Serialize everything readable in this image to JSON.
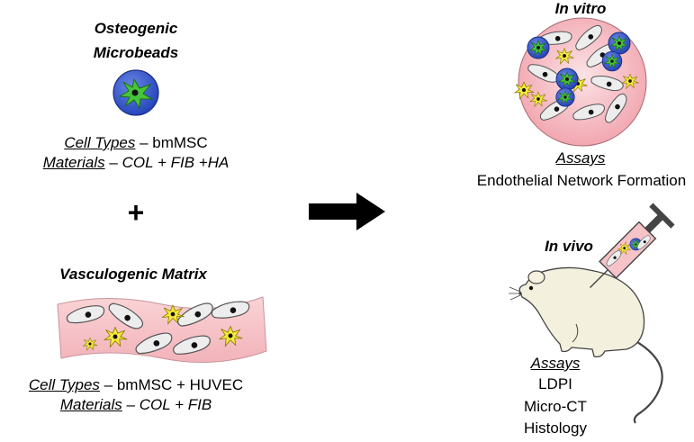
{
  "left": {
    "microbeads_title_line1": "Osteogenic",
    "microbeads_title_line2": "Microbeads",
    "microbeads_cell_label": "Cell Types",
    "microbeads_cell_value": " – bmMSC",
    "microbeads_mat_label": "Materials",
    "microbeads_mat_value_plain": " – ",
    "microbeads_mat_value_italic": "COL + FIB +HA",
    "plus": "+",
    "matrix_title": "Vasculogenic Matrix",
    "matrix_cell_label": "Cell Types",
    "matrix_cell_value": " – bmMSC + HUVEC",
    "matrix_mat_label": "Materials",
    "matrix_mat_value_plain": " – ",
    "matrix_mat_value_italic": "COL + FIB"
  },
  "right": {
    "invitro_title": "In vitro",
    "invitro_assays_label": "Assays",
    "invitro_assay_1": "Endothelial Network Formation",
    "invivo_title": "In vivo",
    "invivo_assays_label": "Assays",
    "invivo_assay_1": "LDPI",
    "invivo_assay_2": "Micro-CT",
    "invivo_assay_3": "Histology"
  },
  "colors": {
    "bead_blue": "#3355cc",
    "cell_yellow": "#f5e640",
    "cell_green": "#44bb33",
    "matrix_pink": "#f7c4c8",
    "nucleus": "#111111",
    "arrow": "#000000"
  },
  "icons": [
    "microbead-icon",
    "fibroblast-cell-icon",
    "endothelial-cell-icon",
    "mouse-icon",
    "syringe-icon",
    "arrow-icon"
  ]
}
